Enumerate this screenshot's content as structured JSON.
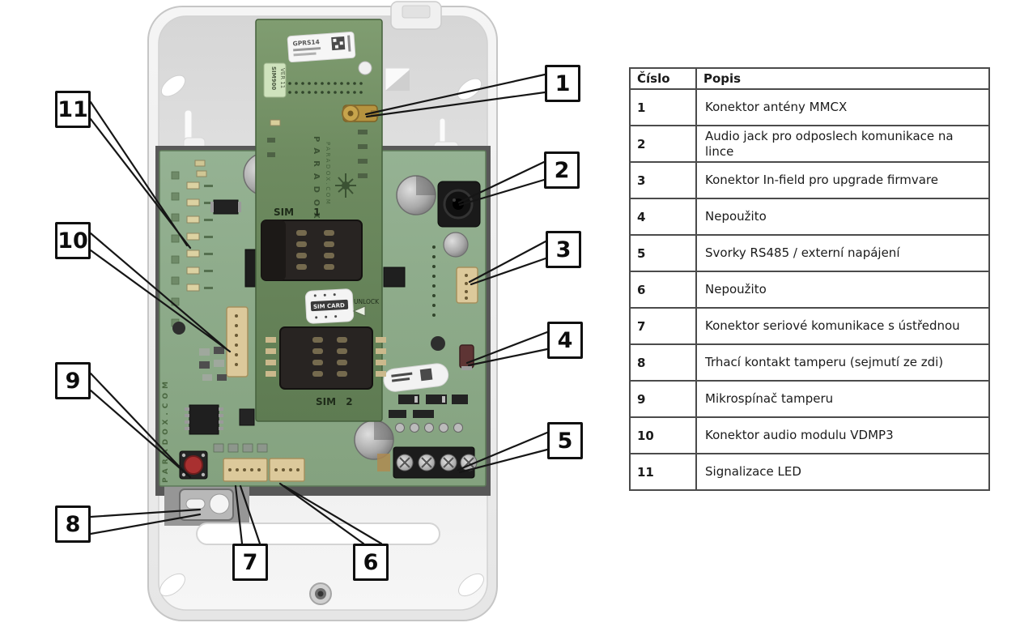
{
  "callouts": [
    "1",
    "2",
    "3",
    "4",
    "5",
    "6",
    "7",
    "8",
    "9",
    "10",
    "11"
  ],
  "board": {
    "gprs_module_label": "GPRS14",
    "modem_chip_label": "SIM900",
    "modem_version_label": "VER 11",
    "brand_vertical": "PARADOX",
    "brand_site_vertical": "PARADOX.COM",
    "left_board_site_vertical": "PARADOX.COM",
    "sim1_heading": "SIM 1",
    "sim2_heading": "SIM 2",
    "sim_card_tag": "SIM CARD",
    "unlock_tag": "UNLOCK"
  },
  "table": {
    "headers": [
      "Číslo",
      "Popis"
    ],
    "rows": [
      {
        "num": "1",
        "desc": "Konektor antény MMCX"
      },
      {
        "num": "2",
        "desc": "Audio jack pro odposlech komunikace na lince"
      },
      {
        "num": "3",
        "desc": "Konektor In-field pro upgrade firmvare"
      },
      {
        "num": "4",
        "desc": "Nepoužito"
      },
      {
        "num": "5",
        "desc": "Svorky RS485 / externí napájení"
      },
      {
        "num": "6",
        "desc": "Nepoužito"
      },
      {
        "num": "7",
        "desc": "Konektor seriové komunikace s ústřednou"
      },
      {
        "num": "8",
        "desc": "Trhací kontakt tamperu (sejmutí ze zdi)"
      },
      {
        "num": "9",
        "desc": "Mikrospínač tamperu"
      },
      {
        "num": "10",
        "desc": "Konektor audio modulu VDMP3"
      },
      {
        "num": "11",
        "desc": "Signalizace LED"
      }
    ]
  }
}
